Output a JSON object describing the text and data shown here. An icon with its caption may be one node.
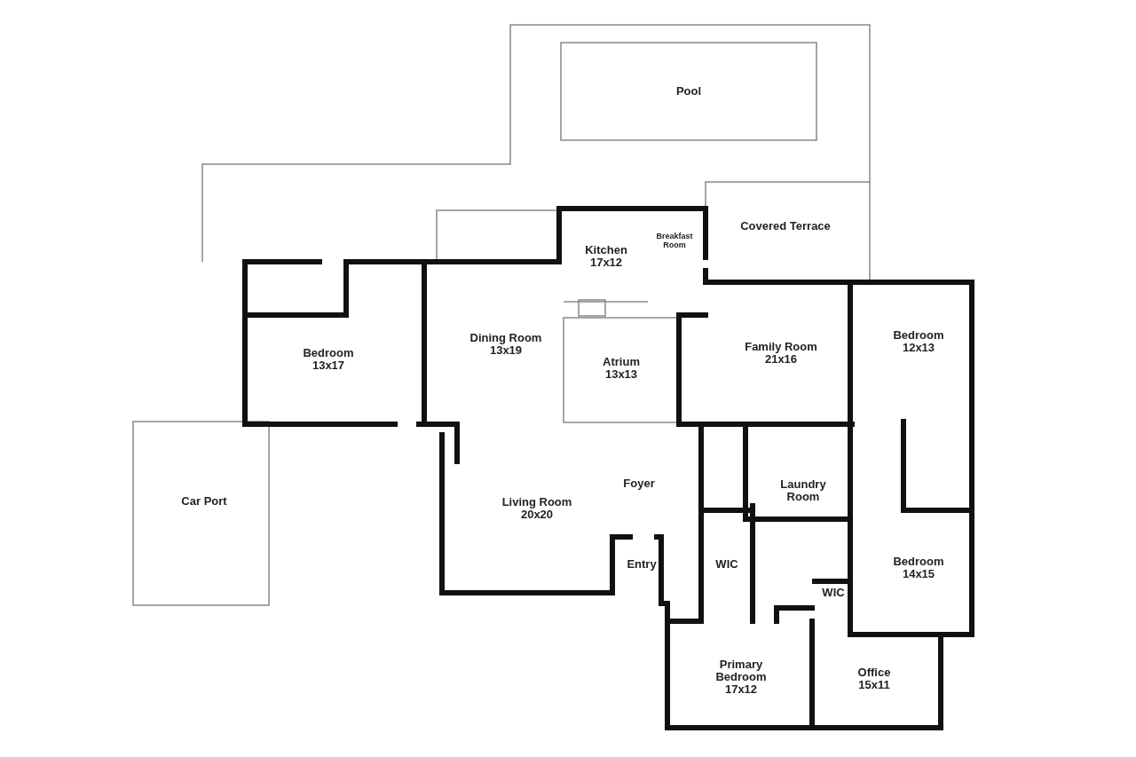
{
  "diagram": {
    "nodes": [
      {
        "text": [
          "Pool"
        ]
      },
      {
        "text": [
          "Covered Terrace"
        ]
      },
      {
        "text": [
          "Kitchen",
          "17x12"
        ]
      },
      {
        "text": [
          "Breakfast Room"
        ]
      },
      {
        "text": [
          "Dining Room",
          "13x19"
        ]
      },
      {
        "text": [
          "Atrium",
          "13x13"
        ]
      },
      {
        "text": [
          "Family Room",
          "21x16"
        ]
      },
      {
        "text": [
          "Bedroom",
          "13x17"
        ]
      },
      {
        "text": [
          "Bedroom",
          "12x13"
        ]
      },
      {
        "text": [
          "Car Port"
        ]
      },
      {
        "text": [
          "Living Room",
          "20x20"
        ]
      },
      {
        "text": [
          "Foyer"
        ]
      },
      {
        "text": [
          "Laundry Room"
        ]
      },
      {
        "text": [
          "Entry"
        ]
      },
      {
        "text": [
          "WIC"
        ]
      },
      {
        "text": [
          "WIC"
        ]
      },
      {
        "text": [
          "Bedroom",
          "14x15"
        ]
      },
      {
        "text": [
          "Primary Bedroom",
          "17x12"
        ]
      },
      {
        "text": [
          "Office",
          "15x11"
        ]
      }
    ]
  }
}
